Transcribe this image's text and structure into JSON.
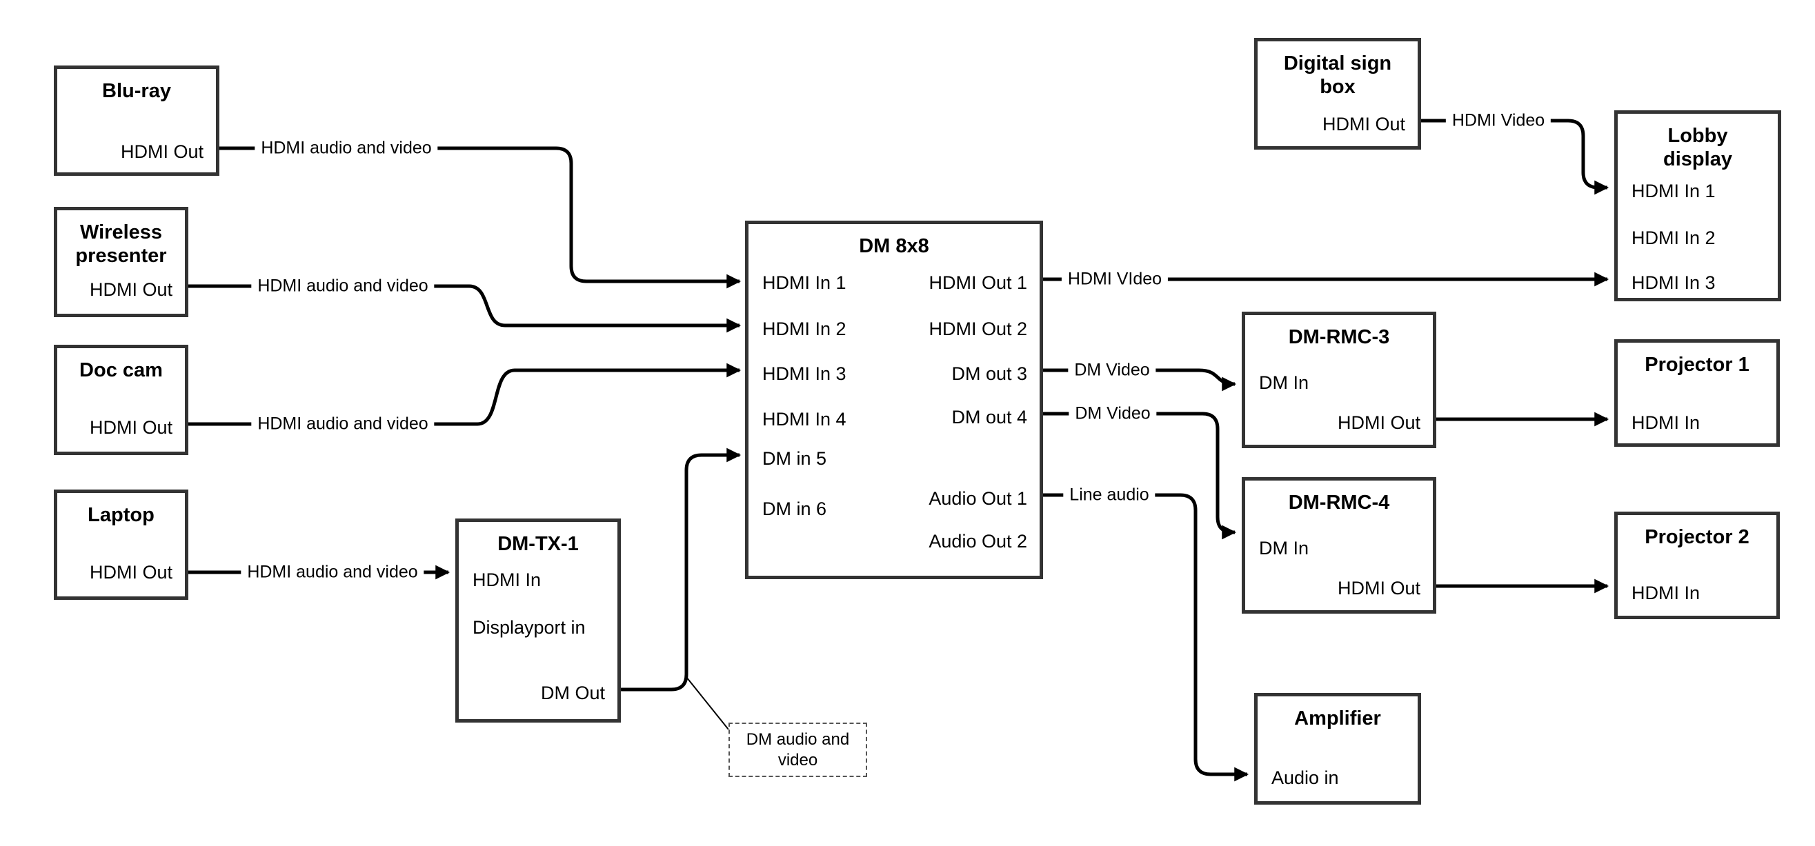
{
  "diagram": {
    "colors": {
      "background": "#ffffff",
      "line": "#000000",
      "box_border": "#333333",
      "note_border": "#555555"
    },
    "nodes": [
      {
        "id": "blu-ray",
        "title": "Blu-ray",
        "ports": [
          {
            "id": "hdmi-out",
            "label": "HDMI Out"
          }
        ]
      },
      {
        "id": "wireless-presenter",
        "title": "Wireless presenter",
        "ports": [
          {
            "id": "hdmi-out",
            "label": "HDMI Out"
          }
        ]
      },
      {
        "id": "doc-cam",
        "title": "Doc cam",
        "ports": [
          {
            "id": "hdmi-out",
            "label": "HDMI Out"
          }
        ]
      },
      {
        "id": "laptop",
        "title": "Laptop",
        "ports": [
          {
            "id": "hdmi-out",
            "label": "HDMI Out"
          }
        ]
      },
      {
        "id": "dm-tx-1",
        "title": "DM-TX-1",
        "ports": [
          {
            "id": "hdmi-in",
            "label": "HDMI In"
          },
          {
            "id": "displayport-in",
            "label": "Displayport in"
          },
          {
            "id": "dm-out",
            "label": "DM Out"
          }
        ]
      },
      {
        "id": "dm-8x8",
        "title": "DM 8x8",
        "ports": [
          {
            "id": "hdmi-in-1",
            "label": "HDMI In 1"
          },
          {
            "id": "hdmi-in-2",
            "label": "HDMI In 2"
          },
          {
            "id": "hdmi-in-3",
            "label": "HDMI In 3"
          },
          {
            "id": "hdmi-in-4",
            "label": "HDMI In 4"
          },
          {
            "id": "dm-in-5",
            "label": "DM in 5"
          },
          {
            "id": "dm-in-6",
            "label": "DM in 6"
          },
          {
            "id": "hdmi-out-1",
            "label": "HDMI Out 1"
          },
          {
            "id": "hdmi-out-2",
            "label": "HDMI Out 2"
          },
          {
            "id": "dm-out-3",
            "label": "DM out 3"
          },
          {
            "id": "dm-out-4",
            "label": "DM out 4"
          },
          {
            "id": "audio-out-1",
            "label": "Audio Out 1"
          },
          {
            "id": "audio-out-2",
            "label": "Audio Out 2"
          }
        ]
      },
      {
        "id": "digital-sign-box",
        "title": "Digital sign box",
        "ports": [
          {
            "id": "hdmi-out",
            "label": "HDMI Out"
          }
        ]
      },
      {
        "id": "lobby-display",
        "title": "Lobby display",
        "ports": [
          {
            "id": "hdmi-in-1",
            "label": "HDMI In 1"
          },
          {
            "id": "hdmi-in-2",
            "label": "HDMI In 2"
          },
          {
            "id": "hdmi-in-3",
            "label": "HDMI In 3"
          }
        ]
      },
      {
        "id": "dm-rmc-3",
        "title": "DM-RMC-3",
        "ports": [
          {
            "id": "dm-in",
            "label": "DM In"
          },
          {
            "id": "hdmi-out",
            "label": "HDMI Out"
          }
        ]
      },
      {
        "id": "projector-1",
        "title": "Projector 1",
        "ports": [
          {
            "id": "hdmi-in",
            "label": "HDMI In"
          }
        ]
      },
      {
        "id": "dm-rmc-4",
        "title": "DM-RMC-4",
        "ports": [
          {
            "id": "dm-in",
            "label": "DM In"
          },
          {
            "id": "hdmi-out",
            "label": "HDMI Out"
          }
        ]
      },
      {
        "id": "projector-2",
        "title": "Projector 2",
        "ports": [
          {
            "id": "hdmi-in",
            "label": "HDMI In"
          }
        ]
      },
      {
        "id": "amplifier",
        "title": "Amplifier",
        "ports": [
          {
            "id": "audio-in",
            "label": "Audio in"
          }
        ]
      }
    ],
    "edges": [
      {
        "id": "bluray-to-dm8x8-in1",
        "label": "HDMI audio and video"
      },
      {
        "id": "wireless-to-dm8x8-in2",
        "label": "HDMI audio and video"
      },
      {
        "id": "doccam-to-dm8x8-in3",
        "label": "HDMI audio and video"
      },
      {
        "id": "laptop-to-dmtx1",
        "label": "HDMI audio and video"
      },
      {
        "id": "dmtx1-to-dm8x8-in5",
        "label": ""
      },
      {
        "id": "dm8x8-out1-to-lobby-in3",
        "label": "HDMI VIdeo"
      },
      {
        "id": "dm8x8-out3-to-rmc3",
        "label": "DM Video"
      },
      {
        "id": "dm8x8-out4-to-rmc4",
        "label": "DM Video"
      },
      {
        "id": "dm8x8-audio1-to-amplifier",
        "label": "Line audio"
      },
      {
        "id": "signbox-to-lobby-in1",
        "label": "HDMI Video"
      },
      {
        "id": "rmc3-to-projector1",
        "label": ""
      },
      {
        "id": "rmc4-to-projector2",
        "label": ""
      }
    ],
    "note": {
      "text": "DM audio and video"
    }
  }
}
